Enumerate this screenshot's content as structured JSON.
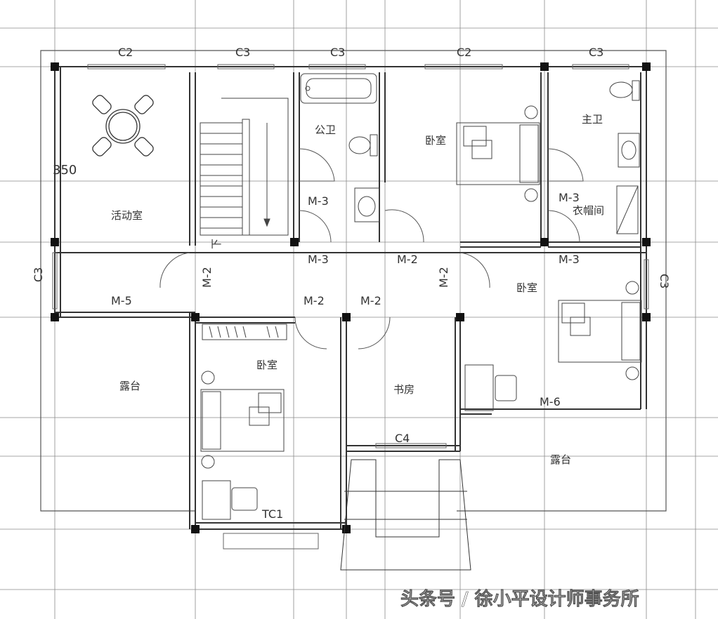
{
  "rooms": {
    "activity": "活动室",
    "public_wc": "公卫",
    "bedroom_ne": "卧室",
    "master_wc": "主卫",
    "closet": "衣帽间",
    "bedroom_e": "卧室",
    "bedroom_s": "卧室",
    "study": "书房",
    "terrace_w": "露台",
    "terrace_e": "露台"
  },
  "windows": {
    "c2_top_left": "C2",
    "c3_top_1": "C3",
    "c3_top_2": "C3",
    "c2_top_right": "C2",
    "c3_top_3": "C3",
    "c3_left": "C3",
    "c3_right": "C3",
    "c4": "C4",
    "tc1": "TC1"
  },
  "doors": {
    "m3_wc": "M-3",
    "m3_hall": "M-3",
    "m2_hall": "M-2",
    "m2_vert_left": "M-2",
    "m2_vert_right": "M-2",
    "m3_closet": "M-3",
    "m3_east": "M-3",
    "m5": "M-5",
    "m2_bed": "M-2",
    "m2_study": "M-2",
    "m6": "M-6"
  },
  "stair_label": "下",
  "dimension": "350",
  "watermark": "头条号 / 徐小平设计师事务所"
}
